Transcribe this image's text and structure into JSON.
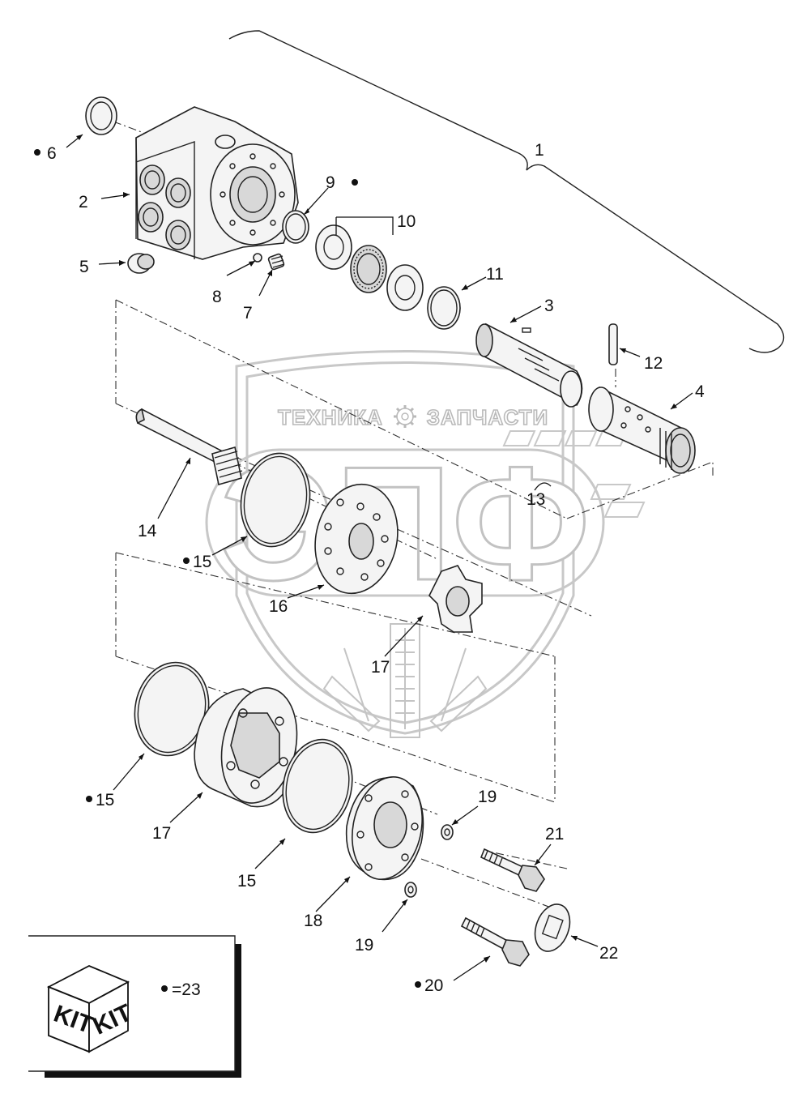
{
  "watermark": {
    "left_text": "ТЕХНИКА",
    "right_text": "ЗАПЧАСТИ",
    "big_text": "ЭПФ",
    "gear_icon": "gear-icon"
  },
  "callouts": [
    {
      "id": "c1",
      "label": "1",
      "bullet": false
    },
    {
      "id": "c2",
      "label": "2",
      "bullet": false
    },
    {
      "id": "c3",
      "label": "3",
      "bullet": false
    },
    {
      "id": "c4",
      "label": "4",
      "bullet": false
    },
    {
      "id": "c5",
      "label": "5",
      "bullet": false
    },
    {
      "id": "c6",
      "label": "6",
      "bullet": true
    },
    {
      "id": "c7",
      "label": "7",
      "bullet": false
    },
    {
      "id": "c8",
      "label": "8",
      "bullet": false
    },
    {
      "id": "c9",
      "label": "9",
      "bullet": true
    },
    {
      "id": "c10",
      "label": "10",
      "bullet": false
    },
    {
      "id": "c11",
      "label": "11",
      "bullet": false
    },
    {
      "id": "c12",
      "label": "12",
      "bullet": false
    },
    {
      "id": "c13",
      "label": "13",
      "bullet": false
    },
    {
      "id": "c14",
      "label": "14",
      "bullet": false
    },
    {
      "id": "c15a",
      "label": "15",
      "bullet": true
    },
    {
      "id": "c16",
      "label": "16",
      "bullet": false
    },
    {
      "id": "c17a",
      "label": "17",
      "bullet": false
    },
    {
      "id": "c15b",
      "label": "15",
      "bullet": true
    },
    {
      "id": "c17b",
      "label": "17",
      "bullet": false
    },
    {
      "id": "c15c",
      "label": "15",
      "bullet": false
    },
    {
      "id": "c18",
      "label": "18",
      "bullet": false
    },
    {
      "id": "c19a",
      "label": "19",
      "bullet": false
    },
    {
      "id": "c19b",
      "label": "19",
      "bullet": false
    },
    {
      "id": "c20",
      "label": "20",
      "bullet": true
    },
    {
      "id": "c21",
      "label": "21",
      "bullet": false
    },
    {
      "id": "c22",
      "label": "22",
      "bullet": false
    }
  ],
  "legend": {
    "kit_label_left": "KIT",
    "kit_label_right": "KIT",
    "bullet_note": "=23",
    "icon": "kit-box-icon"
  }
}
